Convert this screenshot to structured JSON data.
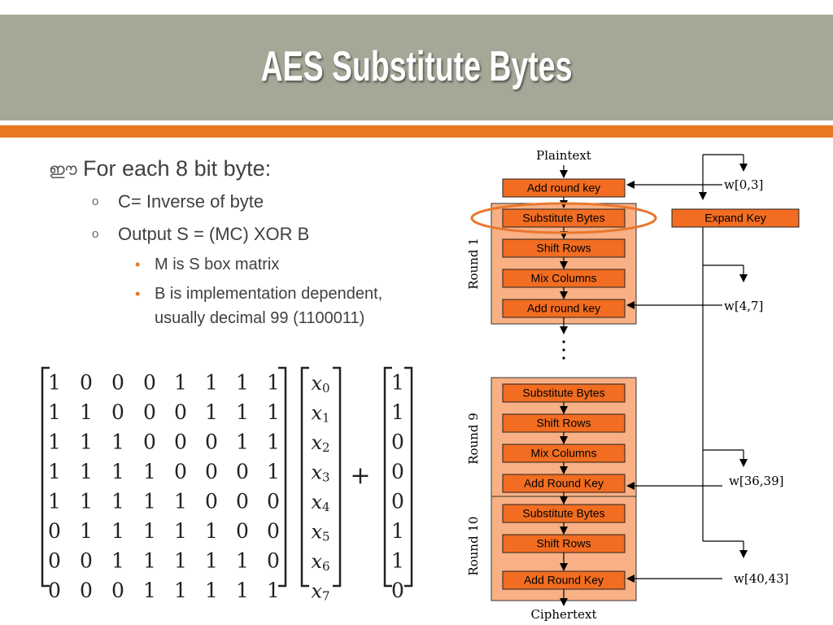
{
  "slide": {
    "title": "AES Substitute Bytes",
    "bullets": {
      "l1": "For each 8 bit byte:",
      "l1_marker": "ഈ",
      "l2a": "C= Inverse of byte",
      "l2b": "Output S = (MC) XOR B",
      "l2_marker": "o",
      "l3a": "M is S box matrix",
      "l3b_line1": "B is implementation dependent,",
      "l3b_line2": "usually decimal 99 (1100011)",
      "l3_marker": "•"
    }
  },
  "equation": {
    "matrix": [
      [
        1,
        0,
        0,
        0,
        1,
        1,
        1,
        1
      ],
      [
        1,
        1,
        0,
        0,
        0,
        1,
        1,
        1
      ],
      [
        1,
        1,
        1,
        0,
        0,
        0,
        1,
        1
      ],
      [
        1,
        1,
        1,
        1,
        0,
        0,
        0,
        1
      ],
      [
        1,
        1,
        1,
        1,
        1,
        0,
        0,
        0
      ],
      [
        0,
        1,
        1,
        1,
        1,
        1,
        0,
        0
      ],
      [
        0,
        0,
        1,
        1,
        1,
        1,
        1,
        0
      ],
      [
        0,
        0,
        0,
        1,
        1,
        1,
        1,
        1
      ]
    ],
    "vector_symbol": "x",
    "vector_indices": [
      "0",
      "1",
      "2",
      "3",
      "4",
      "5",
      "6",
      "7"
    ],
    "operator": "+",
    "constant": [
      1,
      1,
      0,
      0,
      0,
      1,
      1,
      0
    ]
  },
  "diagram": {
    "plaintext": "Plaintext",
    "ciphertext": "Ciphertext",
    "expand_key": "Expand Key",
    "initial_add_round_key": "Add round key",
    "round1": {
      "label": "Round 1",
      "steps": [
        "Substitute Bytes",
        "Shift Rows",
        "Mix Columns",
        "Add round key"
      ]
    },
    "round9": {
      "label": "Round 9",
      "steps": [
        "Substitute Bytes",
        "Shift Rows",
        "Mix Columns",
        "Add Round Key"
      ]
    },
    "round10": {
      "label": "Round 10",
      "steps": [
        "Substitute Bytes",
        "Shift Rows",
        "Add Round Key"
      ]
    },
    "keys": [
      "w[0,3]",
      "w[4,7]",
      "w[36,39]",
      "w[40,43]"
    ],
    "colors": {
      "step_fill": "#f26d21",
      "round_fill": "#f8b084",
      "highlight": "#e8772e"
    }
  }
}
